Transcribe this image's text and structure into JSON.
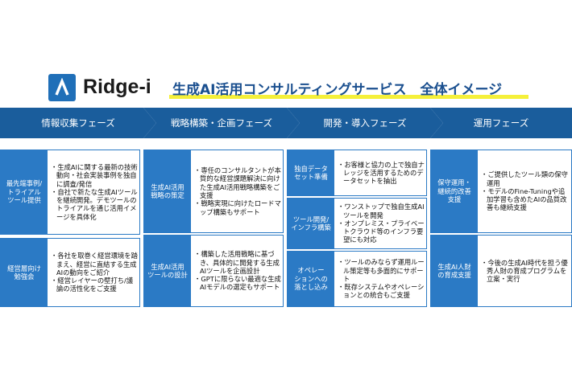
{
  "brand": {
    "name": "Ridge-i"
  },
  "title": "生成AI活用コンサルティングサービス　全体イメージ",
  "phases": [
    {
      "label": "情報収集フェーズ"
    },
    {
      "label": "戦略構築・企画フェーズ"
    },
    {
      "label": "開発・導入フェーズ"
    },
    {
      "label": "運用フェーズ"
    }
  ],
  "sections": [
    {
      "label": "最先端事例/\nトライアル\nツール提供",
      "items": [
        "生成AIに関する最新の技術動向・社会実装事例を独自に調査/発信",
        "自社で新たな生成AIツールを継続開発。デモツールのトライアルを通じ活用イメージを具体化"
      ]
    },
    {
      "label": "経営層向け\n勉強会",
      "items": [
        "各社を取巻く経営環境を踏まえ、経営に直結する生成AIの動向をご紹介",
        "経営レイヤーの壁打ち/議論の活性化をご支援"
      ]
    },
    {
      "label": "生成AI活用\n戦略の策定",
      "items": [
        "専任のコンサルタントが本質的な経営課題解決に向けた生成AI活用戦略構築をご支援",
        "戦略実現に向けたロードマップ構築もサポート"
      ]
    },
    {
      "label": "生成AI活用\nツールの設計",
      "items": [
        "構築した活用戦略に基づき、具体的に開発する生成AIツールを企画設計",
        "GPTに限らない最適な生成AIモデルの選定もサポート"
      ]
    },
    {
      "label": "独自データ\nセット準備",
      "items": [
        "お客様と協力の上で独自ナレッジを活用するためのデータセットを抽出"
      ]
    },
    {
      "label": "ツール開発/\nインフラ構築",
      "items": [
        "ワンストップで独自生成AIツールを開発",
        "オンプレミス・プライベートクラウド等のインフラ要望にも対応"
      ]
    },
    {
      "label": "オペレー\nションへの\n落とし込み",
      "items": [
        "ツールのみならず運用ルール策定等も多面的にサポート",
        "既存システムやオペレーションとの統合もご支援"
      ]
    },
    {
      "label": "保守運用・\n継続的改善\n支援",
      "items": [
        "ご提供したツール類の保守運用",
        "モデルのFine-Tuningや追加学習も含めたAIの品質改善も継続支援"
      ]
    },
    {
      "label": "生成AI人財\nの育成支援",
      "items": [
        "今後の生成AI時代を担う優秀人財の育成プログラムを立案・実行"
      ]
    }
  ]
}
